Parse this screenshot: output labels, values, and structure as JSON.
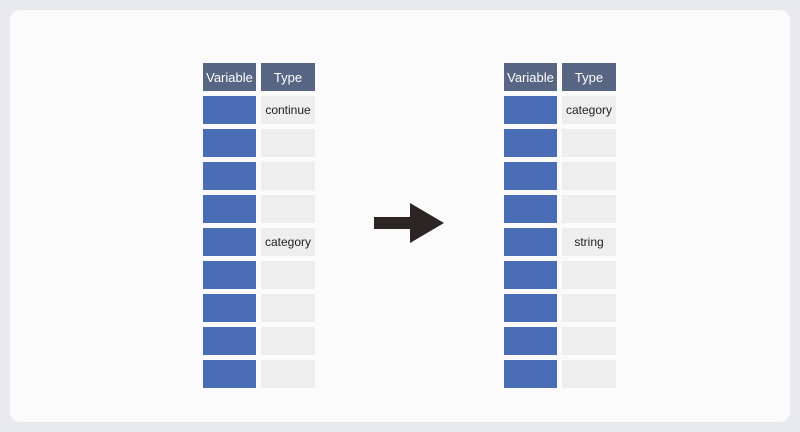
{
  "headers": {
    "variable": "Variable",
    "type": "Type"
  },
  "left_table": {
    "types": [
      "continue",
      "",
      "",
      "",
      "category",
      "",
      "",
      "",
      ""
    ]
  },
  "right_table": {
    "types": [
      "category",
      "",
      "",
      "",
      "string",
      "",
      "",
      "",
      ""
    ]
  },
  "colors": {
    "background": "#e9eaee",
    "card": "#fbfbfb",
    "header": "#586583",
    "variable_cell": "#4a6db5",
    "type_cell": "#eeeeee",
    "arrow": "#2b2523"
  },
  "arrow_icon": "arrow-right-icon"
}
